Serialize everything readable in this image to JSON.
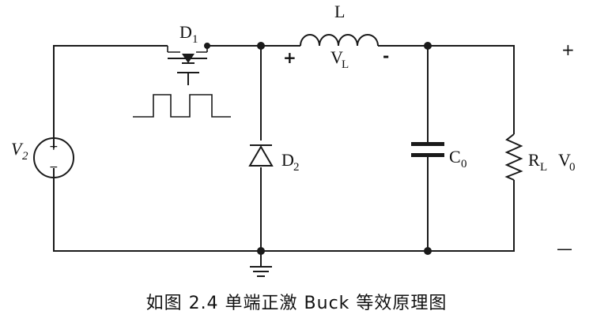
{
  "labels": {
    "source": "V",
    "source_sub": "2",
    "switch": "D",
    "switch_sub": "1",
    "inductor": "L",
    "inductor_voltage": "V",
    "inductor_voltage_sub": "L",
    "inductor_plus": "+",
    "inductor_minus": "-",
    "diode": "D",
    "diode_sub": "2",
    "capacitor": "C",
    "capacitor_sub": "0",
    "load": "R",
    "load_sub": "L",
    "output": "V",
    "output_sub": "0",
    "output_plus": "+",
    "output_minus": "—",
    "source_plus": "+",
    "source_minus": "−"
  },
  "caption": "如图 2.4 单端正激 Buck 等效原理图"
}
